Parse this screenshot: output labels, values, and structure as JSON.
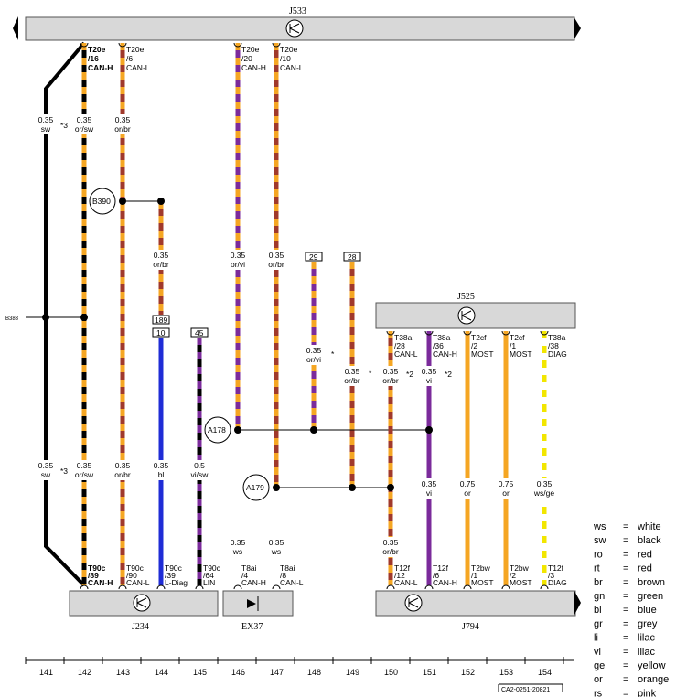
{
  "components": {
    "j533": {
      "name": "J533"
    },
    "j525": {
      "name": "J525"
    },
    "j234": {
      "name": "J234"
    },
    "ex37": {
      "name": "EX37"
    },
    "j794": {
      "name": "J794"
    }
  },
  "splices": {
    "b383": "B383",
    "b390": "B390",
    "a178": "A178",
    "a179": "A179"
  },
  "top_pins": [
    {
      "col": "142",
      "conn": "T20e",
      "pin": "/16",
      "sig": "CAN-H",
      "bold": true
    },
    {
      "col": "143",
      "conn": "T20e",
      "pin": "/6",
      "sig": "CAN-L"
    },
    {
      "col": "146",
      "conn": "T20e",
      "pin": "/20",
      "sig": "CAN-H"
    },
    {
      "col": "147",
      "conn": "T20e",
      "pin": "/10",
      "sig": "CAN-L"
    }
  ],
  "j525_pins": [
    {
      "col": "150",
      "conn": "T38a",
      "pin": "/28",
      "sig": "CAN-L"
    },
    {
      "col": "151",
      "conn": "T38a",
      "pin": "/36",
      "sig": "CAN-H"
    },
    {
      "col": "152",
      "conn": "T2cf",
      "pin": "/2",
      "sig": "MOST"
    },
    {
      "col": "153",
      "conn": "T2cf",
      "pin": "/1",
      "sig": "MOST"
    },
    {
      "col": "154",
      "conn": "T38a",
      "pin": "/38",
      "sig": "DIAG"
    }
  ],
  "bottom_pins": [
    {
      "col": "142",
      "conn": "T90c",
      "pin": "/89",
      "sig": "CAN-H",
      "bold": true
    },
    {
      "col": "143",
      "conn": "T90c",
      "pin": "/90",
      "sig": "CAN-L"
    },
    {
      "col": "144",
      "conn": "T90c",
      "pin": "/39",
      "sig": "L-Diag"
    },
    {
      "col": "145",
      "conn": "T90c",
      "pin": "/64",
      "sig": "LIN"
    },
    {
      "col": "146",
      "conn": "T8ai",
      "pin": "/4",
      "sig": "CAN-H"
    },
    {
      "col": "147",
      "conn": "T8ai",
      "pin": "/8",
      "sig": "CAN-L"
    },
    {
      "col": "150",
      "conn": "T12f",
      "pin": "/12",
      "sig": "CAN-L"
    },
    {
      "col": "151",
      "conn": "T12f",
      "pin": "/6",
      "sig": "CAN-H"
    },
    {
      "col": "152",
      "conn": "T2bw",
      "pin": "/1",
      "sig": "MOST"
    },
    {
      "col": "153",
      "conn": "T2bw",
      "pin": "/2",
      "sig": "MOST"
    },
    {
      "col": "154",
      "conn": "T12f",
      "pin": "/3",
      "sig": "DIAG"
    }
  ],
  "wire_labels": [
    {
      "size": "0.35",
      "color": "sw"
    },
    {
      "size": "0.35",
      "color": "or/sw"
    },
    {
      "size": "0.35",
      "color": "or/br"
    },
    {
      "size": "0.35",
      "color": "sw"
    },
    {
      "size": "0.35",
      "color": "or/sw"
    },
    {
      "size": "0.35",
      "color": "or/br"
    },
    {
      "size": "0.35",
      "color": "or/br"
    },
    {
      "size": "0.35",
      "color": "bl"
    },
    {
      "size": "0.5",
      "color": "vi/sw"
    },
    {
      "size": "0.35",
      "color": "or/vi"
    },
    {
      "size": "0.35",
      "color": "or/br"
    },
    {
      "size": "0.35",
      "color": "or/vi"
    },
    {
      "size": "0.35",
      "color": "or/br"
    },
    {
      "size": "0.35",
      "color": "or/br"
    },
    {
      "size": "0.35",
      "color": "vi"
    },
    {
      "size": "0.35",
      "color": "vi"
    },
    {
      "size": "0.75",
      "color": "or"
    },
    {
      "size": "0.75",
      "color": "or"
    },
    {
      "size": "0.35",
      "color": "ws/ge"
    },
    {
      "size": "0.35",
      "color": "ws"
    },
    {
      "size": "0.35",
      "color": "ws"
    },
    {
      "size": "0.35",
      "color": "or/br"
    }
  ],
  "references": {
    "r189": "189",
    "r10": "10",
    "r45": "45",
    "r29": "29",
    "r28": "28"
  },
  "notes": {
    "n3a": "*3",
    "n3b": "*3",
    "n2a": "*2",
    "n2b": "*2",
    "star1": "*",
    "star2": "*"
  },
  "columns": [
    "141",
    "142",
    "143",
    "144",
    "145",
    "146",
    "147",
    "148",
    "149",
    "150",
    "151",
    "152",
    "153",
    "154"
  ],
  "legend": [
    {
      "code": "ws",
      "name": "white"
    },
    {
      "code": "sw",
      "name": "black"
    },
    {
      "code": "ro",
      "name": "red"
    },
    {
      "code": "rt",
      "name": "red"
    },
    {
      "code": "br",
      "name": "brown"
    },
    {
      "code": "gn",
      "name": "green"
    },
    {
      "code": "bl",
      "name": "blue"
    },
    {
      "code": "gr",
      "name": "grey"
    },
    {
      "code": "li",
      "name": "lilac"
    },
    {
      "code": "vi",
      "name": "lilac"
    },
    {
      "code": "ge",
      "name": "yellow"
    },
    {
      "code": "or",
      "name": "orange"
    },
    {
      "code": "rs",
      "name": "pink"
    }
  ],
  "legend_eq": "=",
  "footer_code": "CA2-0251-20821",
  "colors": {
    "orange": "#f5a623",
    "brown": "#a0392b",
    "violet": "#7b2b9b",
    "blue": "#1f2cd6",
    "black": "#000000",
    "yellow": "#f2e600",
    "box": "#d8d8d8"
  }
}
